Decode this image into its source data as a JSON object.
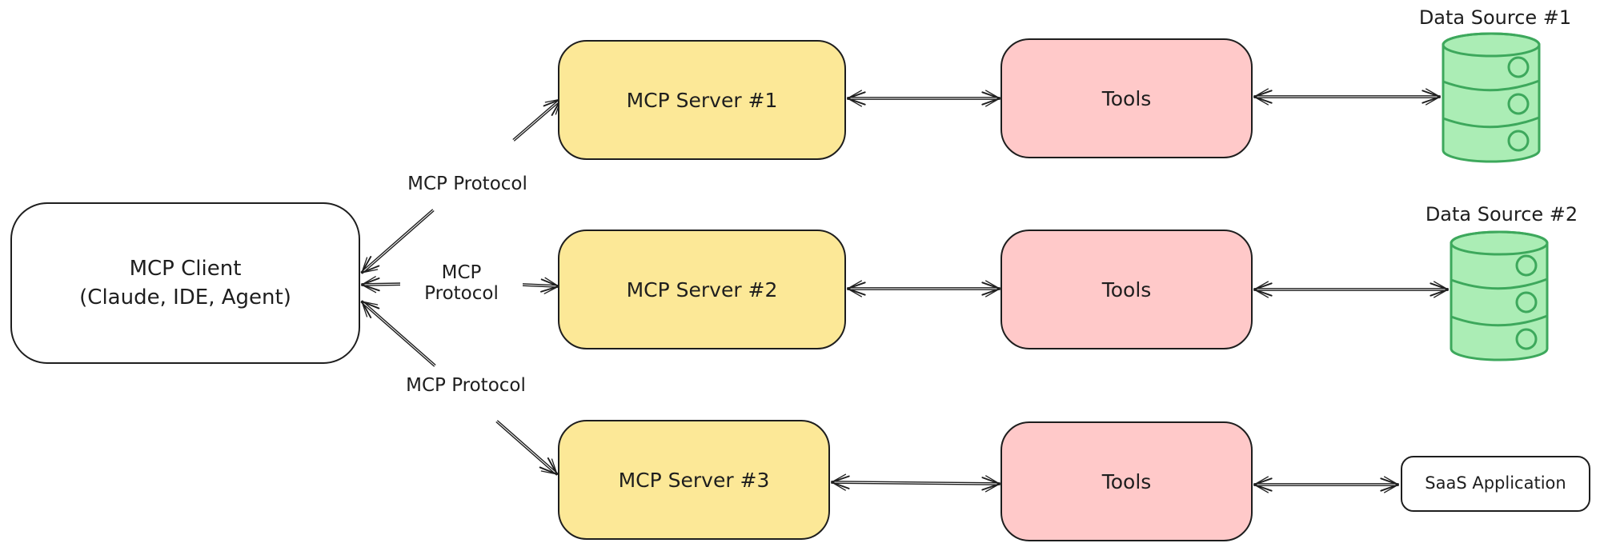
{
  "client": {
    "line1": "MCP Client",
    "line2": "(Claude, IDE, Agent)"
  },
  "protocol_labels": {
    "top": "MCP Protocol",
    "middle": "MCP\nProtocol",
    "bottom": "MCP Protocol"
  },
  "servers": [
    {
      "label": "MCP Server #1"
    },
    {
      "label": "MCP Server #2"
    },
    {
      "label": "MCP Server #3"
    }
  ],
  "tools": [
    {
      "label": "Tools"
    },
    {
      "label": "Tools"
    },
    {
      "label": "Tools"
    }
  ],
  "data_sources": [
    {
      "label": "Data Source #1",
      "type": "database"
    },
    {
      "label": "Data Source #2",
      "type": "database"
    },
    {
      "label": "SaaS Application",
      "type": "application"
    }
  ],
  "colors": {
    "server_fill": "#fce897",
    "tools_fill": "#ffc9c9",
    "database_fill": "#abedb5",
    "database_stroke": "#3da85c",
    "stroke": "#1e1e1e",
    "text": "#1e1e1e",
    "background": "#ffffff"
  }
}
